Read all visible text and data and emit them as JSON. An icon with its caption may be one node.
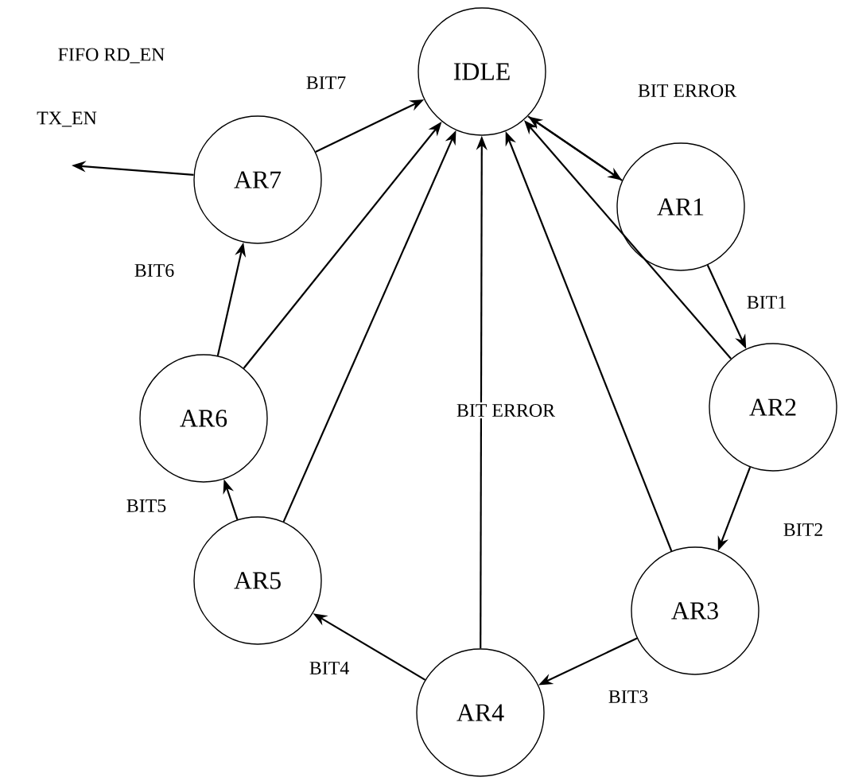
{
  "diagram": {
    "nodes": [
      {
        "text": [
          "IDLE"
        ]
      },
      {
        "text": [
          "AR1"
        ]
      },
      {
        "text": [
          "AR2"
        ]
      },
      {
        "text": [
          "AR3"
        ]
      },
      {
        "text": [
          "AR4"
        ]
      },
      {
        "text": [
          "AR5"
        ]
      },
      {
        "text": [
          "AR6"
        ]
      },
      {
        "text": [
          "AR7"
        ]
      }
    ],
    "edges": [
      {
        "from": 0,
        "to": 1,
        "arrow": "to"
      },
      {
        "from": 1,
        "to": 0,
        "arrow": "to",
        "label": "BIT ERROR"
      },
      {
        "from": 1,
        "to": 2,
        "arrow": "to",
        "label": "BIT1"
      },
      {
        "from": 2,
        "to": 0,
        "arrow": "to"
      },
      {
        "from": 2,
        "to": 3,
        "arrow": "to",
        "label": "BIT2"
      },
      {
        "from": 3,
        "to": 0,
        "arrow": "to"
      },
      {
        "from": 3,
        "to": 4,
        "arrow": "to",
        "label": "BIT3"
      },
      {
        "from": 4,
        "to": 0,
        "arrow": "to",
        "label": "BIT ERROR"
      },
      {
        "from": 4,
        "to": 5,
        "arrow": "to",
        "label": "BIT4"
      },
      {
        "from": 5,
        "to": 0,
        "arrow": "to"
      },
      {
        "from": 5,
        "to": 6,
        "arrow": "to",
        "label": "BIT5"
      },
      {
        "from": 6,
        "to": 0,
        "arrow": "to"
      },
      {
        "from": 6,
        "to": 7,
        "arrow": "to",
        "label": "BIT6"
      },
      {
        "from": 7,
        "to": 0,
        "arrow": "to",
        "label": "BIT7"
      },
      {
        "from": 7,
        "to": null,
        "arrow": "to"
      }
    ],
    "labels": [
      "FIFO RD_EN",
      "TX_EN"
    ]
  }
}
